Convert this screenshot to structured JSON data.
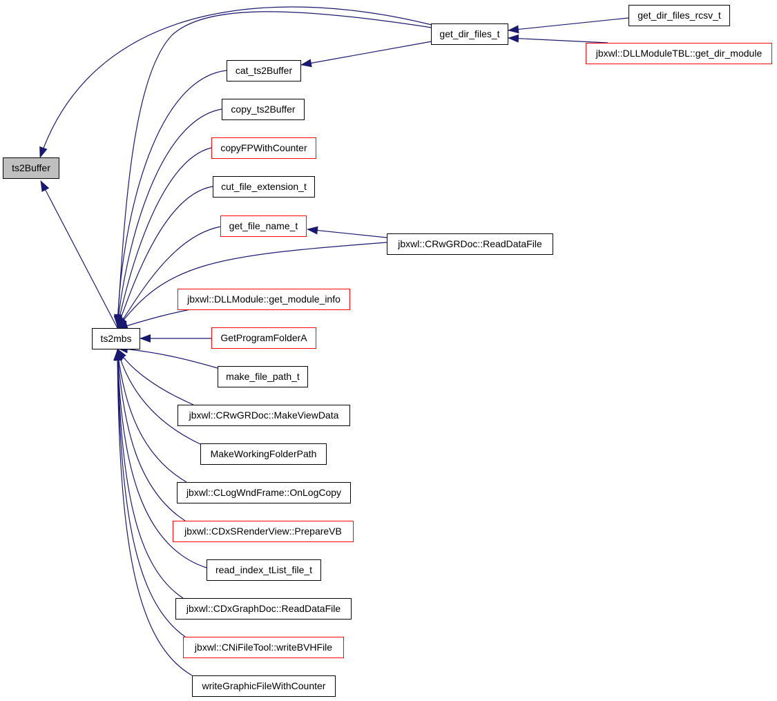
{
  "colors": {
    "edge": "#191970",
    "node_border": "#000000",
    "truncated_border": "#ff0000",
    "current_fill": "#bfbfbf",
    "background": "#ffffff"
  },
  "nodes": {
    "ts2buffer": "ts2Buffer",
    "ts2mbs": "ts2mbs",
    "get_dir_files_t": "get_dir_files_t",
    "get_dir_files_rcsv_t": "get_dir_files_rcsv_t",
    "get_dir_module": "jbxwl::DLLModuleTBL::get_dir_module",
    "cat_ts2buffer": "cat_ts2Buffer",
    "copy_ts2buffer": "copy_ts2Buffer",
    "copyfpwithcounter": "copyFPWithCounter",
    "cut_file_extension_t": "cut_file_extension_t",
    "get_file_name_t": "get_file_name_t",
    "crwgrdoc_readdatafile": "jbxwl::CRwGRDoc::ReadDataFile",
    "get_module_info": "jbxwl::DLLModule::get_module_info",
    "getprogramfoldera": "GetProgramFolderA",
    "make_file_path_t": "make_file_path_t",
    "makeviewdata": "jbxwl::CRwGRDoc::MakeViewData",
    "makeworkingfolderpath": "MakeWorkingFolderPath",
    "onlogcopy": "jbxwl::CLogWndFrame::OnLogCopy",
    "preparevb": "jbxwl::CDxSRenderView::PrepareVB",
    "read_index_tlist_file_t": "read_index_tList_file_t",
    "cdxgraphdoc_readdatafile": "jbxwl::CDxGraphDoc::ReadDataFile",
    "writebvhfile": "jbxwl::CNiFileTool::writeBVHFile",
    "writegraphicfilewithcounter": "writeGraphicFileWithCounter"
  }
}
